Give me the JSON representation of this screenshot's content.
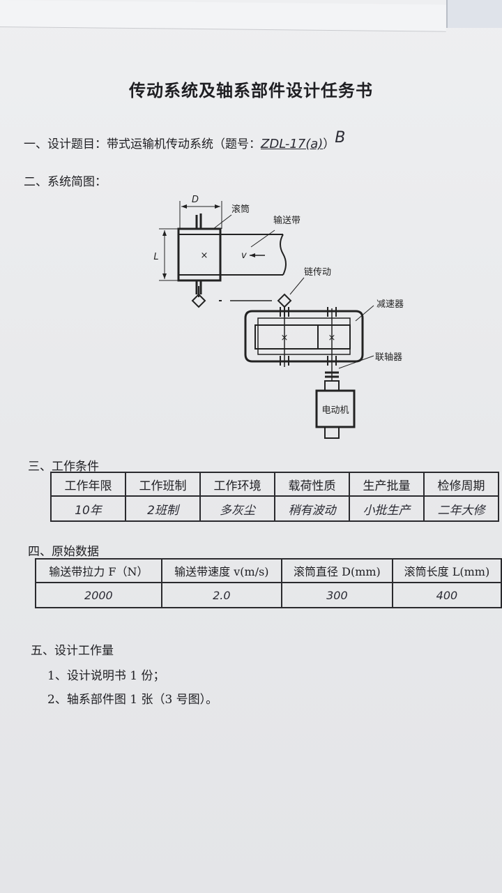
{
  "title": "传动系统及轴系部件设计任务书",
  "section1": {
    "label": "一、设计题目：",
    "text": "带式运输机传动系统（题号：",
    "handwritten_code": "ZDL-17(a)",
    "closing": "）",
    "handwritten_mark": "B"
  },
  "section2": {
    "label": "二、系统简图：",
    "diagram": {
      "dim_D": "D",
      "dim_L": "L",
      "drum": "滚筒",
      "belt": "输送带",
      "velocity": "v",
      "chain": "链传动",
      "reducer": "减速器",
      "coupling": "联轴器",
      "motor": "电动机",
      "shaft_mark": "×"
    }
  },
  "section3": {
    "label": "三、工作条件",
    "headers": [
      "工作年限",
      "工作班制",
      "工作环境",
      "载荷性质",
      "生产批量",
      "检修周期"
    ],
    "values": [
      "10年",
      "2班制",
      "多灰尘",
      "稍有波动",
      "小批生产",
      "二年大修"
    ]
  },
  "section4": {
    "label": "四、原始数据",
    "headers": [
      "输送带拉力 F（N）",
      "输送带速度 v(m/s)",
      "滚筒直径 D(mm)",
      "滚筒长度 L(mm)"
    ],
    "values": [
      "2000",
      "2.0",
      "300",
      "400"
    ]
  },
  "section5": {
    "label": "五、设计工作量",
    "items": [
      "1、设计说明书 1 份；",
      "2、轴系部件图 1 张（3 号图）。"
    ]
  }
}
